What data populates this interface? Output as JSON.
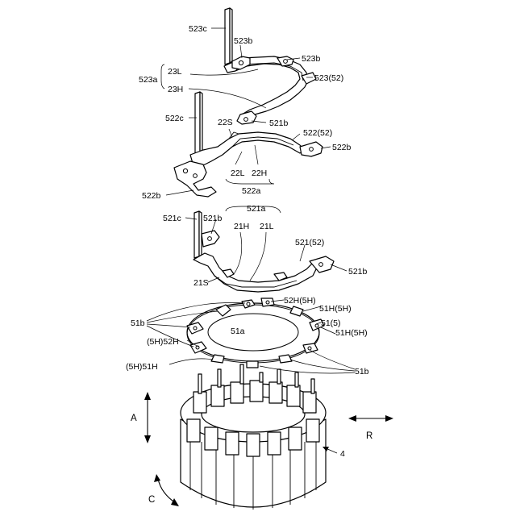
{
  "labels": {
    "l523c": "523c",
    "l523b_top": "523b",
    "l523b_right": "523b",
    "l523_52": "523(52)",
    "l23L": "23L",
    "l23H": "23H",
    "l523a": "523a",
    "l521b_mid": "521b",
    "l522c": "522c",
    "l22S": "22S",
    "l522_52": "522(52)",
    "l522b_right": "522b",
    "l22L": "22L",
    "l22H": "22H",
    "l522a": "522a",
    "l522b_left": "522b",
    "l521a": "521a",
    "l521c": "521c",
    "l521b_top": "521b",
    "l21H": "21H",
    "l21L": "21L",
    "l521_52": "521(52)",
    "l521b_right": "521b",
    "l21S": "21S",
    "l52H_5H": "52H(5H)",
    "l51H_5H_top": "51H(5H)",
    "l51b_left": "51b",
    "l51_5": "51(5)",
    "l51a": "51a",
    "l51H_5H_right": "51H(5H)",
    "l5H_52H": "(5H)52H",
    "l5H_51H": "(5H)51H",
    "l51b_right": "51b",
    "lA": "A",
    "lR": "R",
    "lC": "C",
    "l4": "4"
  }
}
